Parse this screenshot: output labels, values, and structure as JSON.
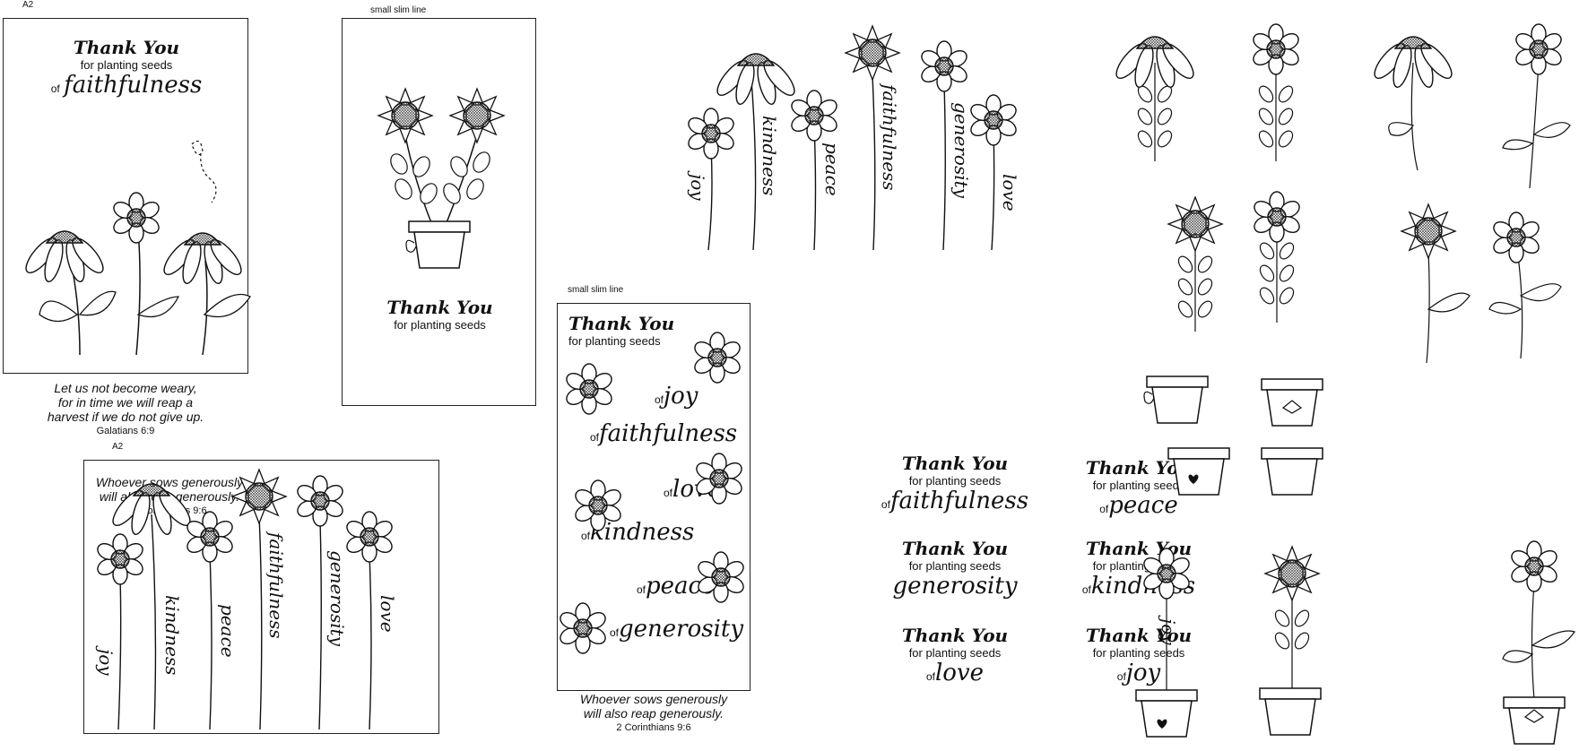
{
  "labels": {
    "a2_top": "A2",
    "slim_1": "small slim line",
    "slim_2": "small slim line",
    "a2_bottom": "A2"
  },
  "sentiments": {
    "thank_you": "Thank You",
    "for_planting": "for planting seeds",
    "of": "of",
    "faithfulness": "faithfulness",
    "joy": "joy",
    "love": "love",
    "kindness": "kindness",
    "peace": "peace",
    "generosity": "generosity"
  },
  "verses": {
    "galatians": {
      "line1": "Let us not become weary,",
      "line2": "for in time we will reap a",
      "line3": "harvest if we do not give up.",
      "ref": "Galatians 6:9"
    },
    "corinthians": {
      "line1": "Whoever sows generously",
      "line2": "will also reap generously.",
      "ref": "2 Corinthians 9:6"
    }
  },
  "stem_words": [
    "joy",
    "kindness",
    "peace",
    "faithfulness",
    "generosity",
    "love"
  ]
}
